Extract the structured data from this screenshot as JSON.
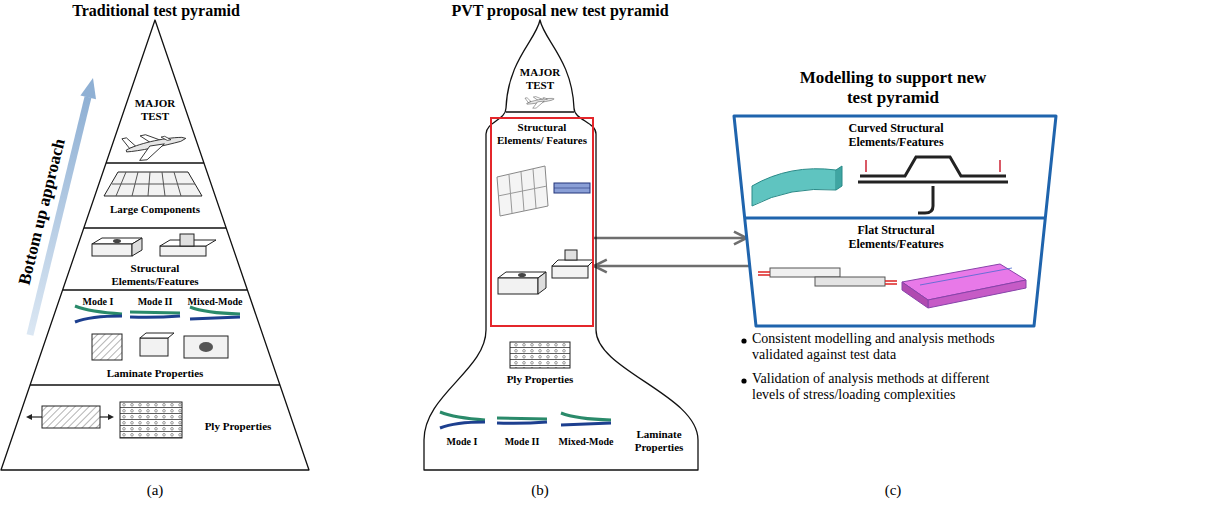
{
  "diagram": {
    "nodes": [
      {
        "text": [
          "Traditional test pyramid"
        ]
      },
      {
        "text": [
          "MAJOR TEST"
        ],
        "in": 0
      },
      {
        "text": [
          "Large Components"
        ],
        "in": 0
      },
      {
        "text": [
          "Structural Elements/Features"
        ],
        "in": 0
      },
      {
        "text": [
          "Mode I",
          "Mode II",
          "Mixed-Mode",
          "Laminate Properties"
        ],
        "in": 0
      },
      {
        "text": [
          "Ply Properties"
        ],
        "in": 0
      },
      {
        "text": [
          "PVT proposal new test pyramid"
        ]
      },
      {
        "text": [
          "MAJOR TEST"
        ],
        "in": 6
      },
      {
        "text": [
          "Structural Elements/ Features"
        ],
        "in": 6
      },
      {
        "text": [
          "Ply Properties"
        ],
        "in": 6
      },
      {
        "text": [
          "Mode I",
          "Mode II",
          "Mixed-Mode",
          "Laminate Properties"
        ],
        "in": 6
      },
      {
        "text": [
          "Modelling to support new test pyramid"
        ]
      },
      {
        "text": [
          "Curved Structural Elements/Features"
        ],
        "in": 11
      },
      {
        "text": [
          "Flat Structural Elements/Features"
        ],
        "in": 11
      }
    ],
    "edges": [
      {
        "from": 8,
        "to": 11,
        "arrow": "to"
      },
      {
        "from": 11,
        "to": 8,
        "arrow": "to"
      }
    ],
    "labels": [
      "Bottom up approach",
      "(a)",
      "(b)",
      "(c)",
      "Consistent modelling and analysis methods validated against test data",
      "Validation of analysis methods at different levels of stress/loading complexities"
    ]
  }
}
